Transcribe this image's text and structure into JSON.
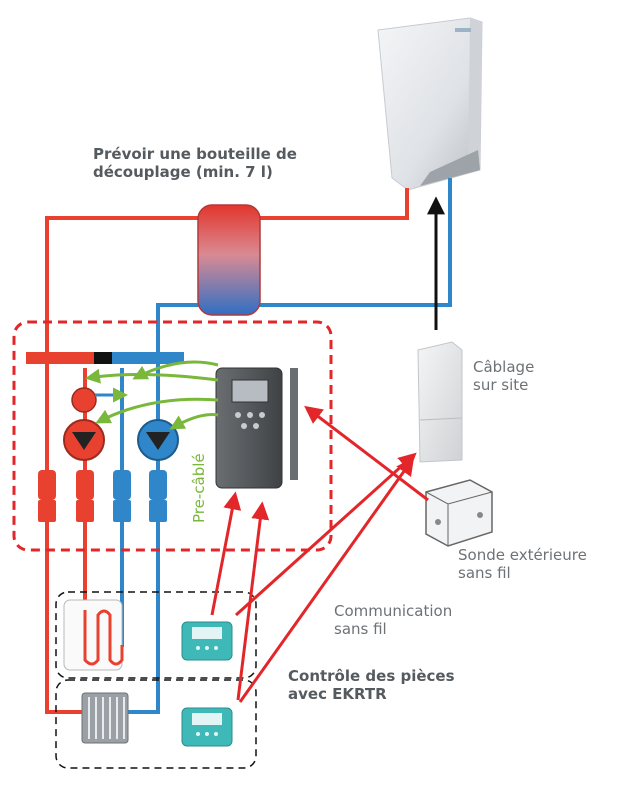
{
  "labels": {
    "decoupling_line1": "Prévoir une bouteille de",
    "decoupling_line2": "découplage (min. 7 l)",
    "wiring_line1": "Câblage",
    "wiring_line2": "sur site",
    "precabled": "Pre-câblé",
    "sensor_line1": "Sonde extérieure",
    "sensor_line2": "sans fil",
    "comm_line1": "Communication",
    "comm_line2": "sans fil",
    "control_line1": "Contrôle des pièces",
    "control_line2": "avec EKRTR"
  },
  "colors": {
    "hot": "#e8412f",
    "cold": "#2f86c9",
    "signal": "#e3262a",
    "precabled": "#79b83b",
    "controller": "#55595c",
    "thermostat": "#3fb8b8"
  }
}
